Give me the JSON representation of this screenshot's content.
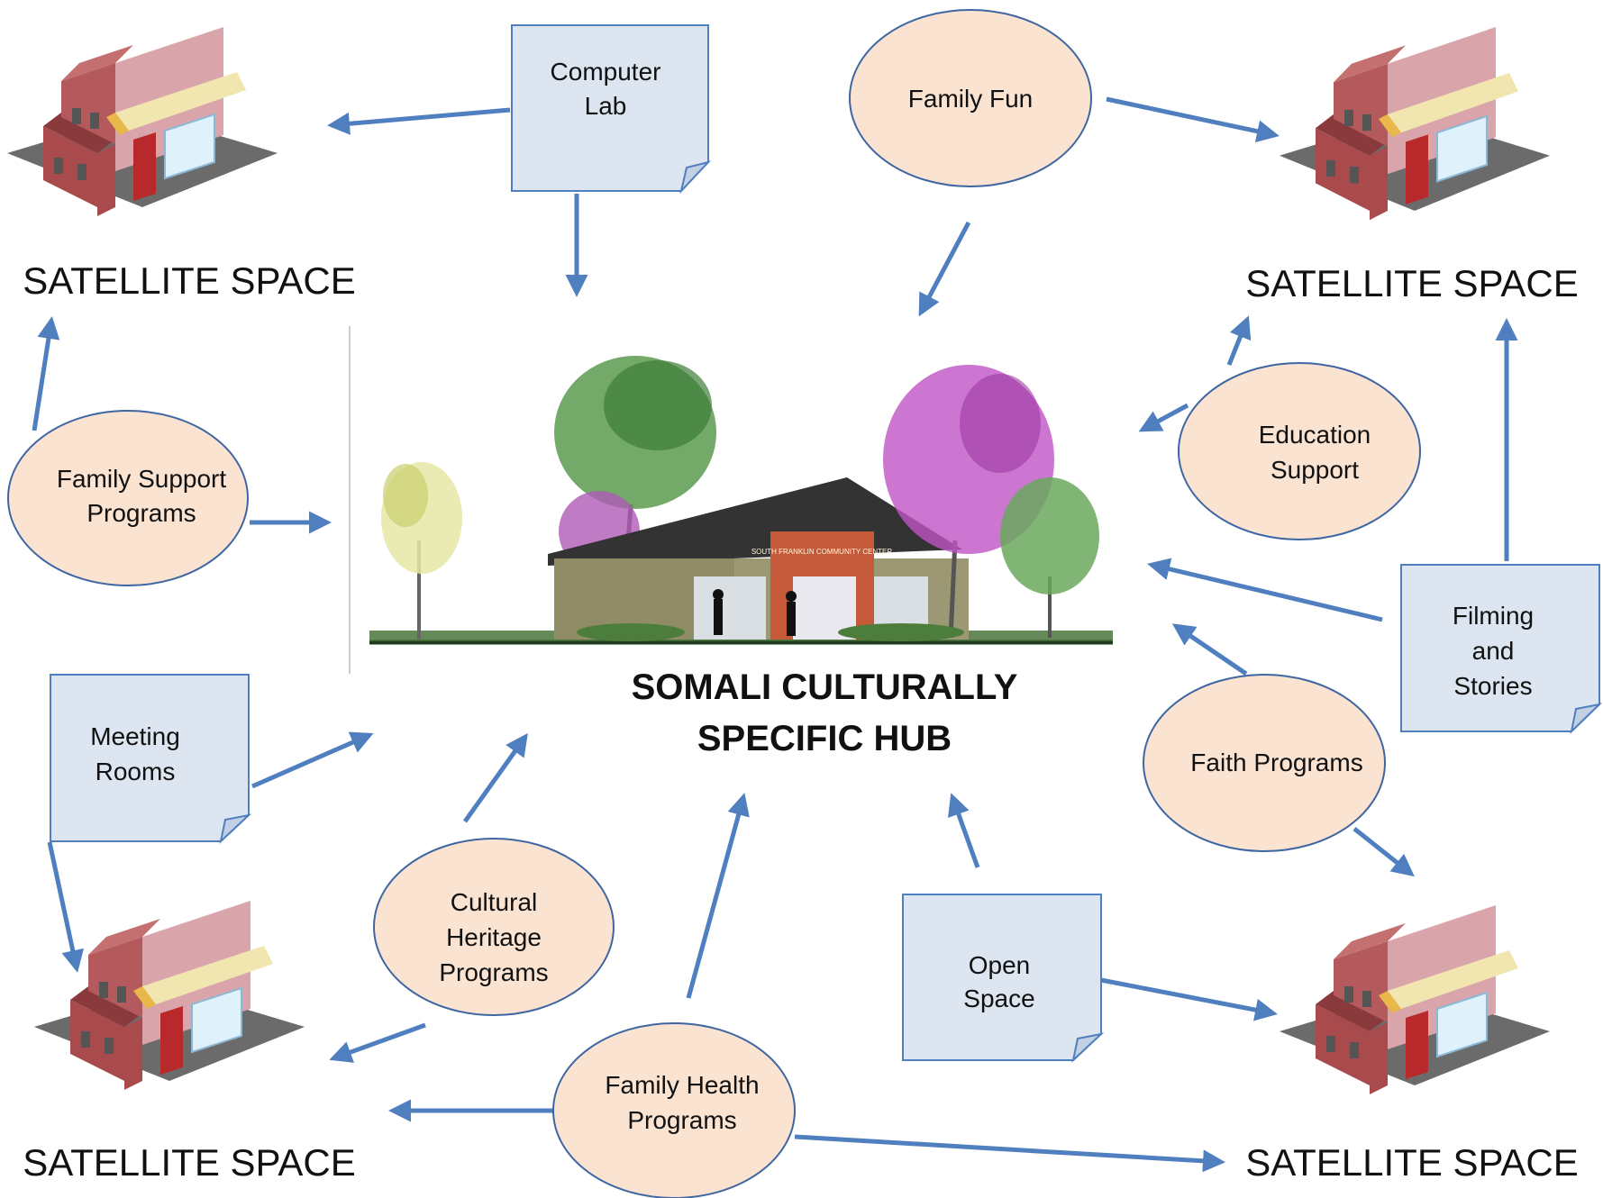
{
  "hub": {
    "title_line1": "SOMALI CULTURALLY",
    "title_line2": "SPECIFIC HUB",
    "sign_text": "SOUTH FRANKLIN COMMUNITY CENTER"
  },
  "satellites": {
    "top_left": "SATELLITE SPACE",
    "top_right": "SATELLITE SPACE",
    "bottom_left": "SATELLITE SPACE",
    "bottom_right": "SATELLITE SPACE"
  },
  "notes": {
    "computer_lab": [
      "Computer",
      "Lab"
    ],
    "meeting_rooms": [
      "Meeting",
      "Rooms"
    ],
    "open_space": [
      "Open",
      "Space"
    ],
    "filming_stories": [
      "Filming",
      "and",
      "Stories"
    ]
  },
  "ovals": {
    "family_fun": [
      "Family Fun"
    ],
    "family_support": [
      "Family Support",
      "Programs"
    ],
    "education_support": [
      "Education",
      "Support"
    ],
    "faith_programs": [
      "Faith Programs"
    ],
    "cultural_heritage": [
      "Cultural",
      "Heritage",
      "Programs"
    ],
    "family_health": [
      "Family Health",
      "Programs"
    ]
  },
  "colors": {
    "arrow": "#4f7fbf",
    "oval_fill": "#fbe3d2",
    "oval_stroke": "#3e66a2",
    "note_fill": "#dde5f1",
    "note_stroke": "#4f7fbf"
  }
}
